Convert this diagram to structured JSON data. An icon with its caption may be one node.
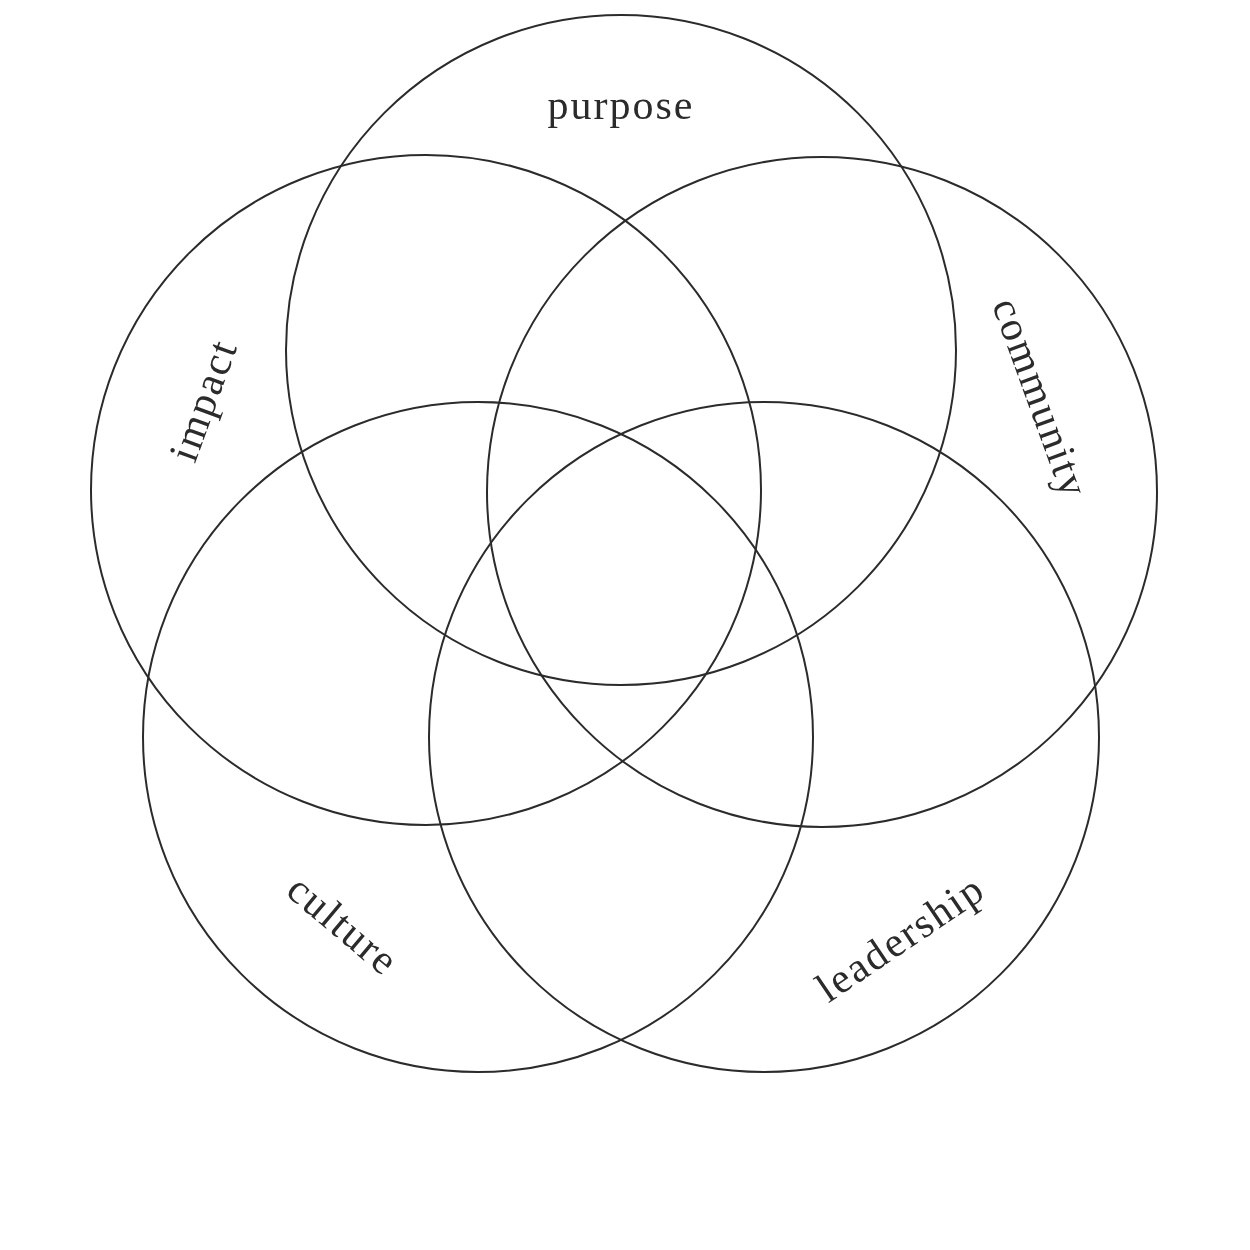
{
  "diagram": {
    "nodes": [
      {
        "text": [
          "purpose"
        ]
      },
      {
        "text": [
          "impact"
        ]
      },
      {
        "text": [
          "community"
        ]
      },
      {
        "text": [
          "culture"
        ]
      },
      {
        "text": [
          "leadership"
        ]
      }
    ]
  }
}
